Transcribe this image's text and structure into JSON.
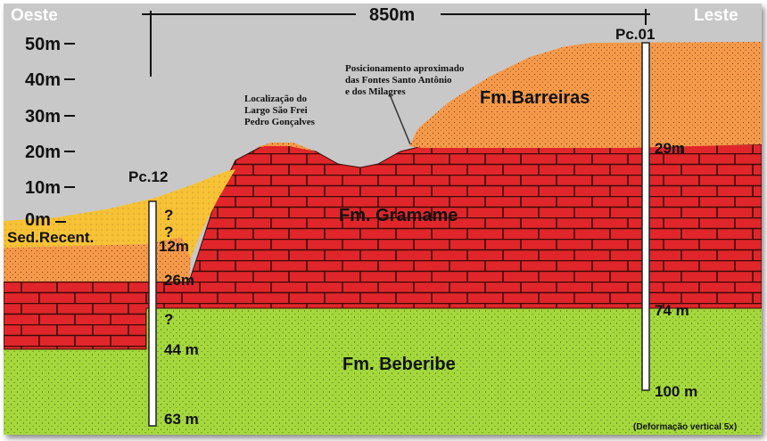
{
  "header": {
    "west": "Oeste",
    "east": "Leste",
    "distance": "850m"
  },
  "elevation_scale": [
    "50m",
    "40m",
    "30m",
    "20m",
    "10m",
    "0m"
  ],
  "wells": {
    "pc12": {
      "name": "Pc.12",
      "depths": [
        "12m",
        "26m",
        "44 m",
        "63 m"
      ],
      "question_marks": [
        "?",
        "?",
        "?"
      ]
    },
    "pc01": {
      "name": "Pc.01",
      "depths": [
        "29m",
        "74 m",
        "100 m"
      ]
    }
  },
  "formations": {
    "barreiras": "Fm.Barreiras",
    "gramame": "Fm. Gramame",
    "beberibe": "Fm. Beberibe",
    "sed_recent": "Sed.Recent."
  },
  "annotations": {
    "largo": [
      "Localização do",
      "Largo São Frei",
      "Pedro Gonçalves"
    ],
    "fontes": [
      "Posicionamento aproximado",
      "das Fontes Santo Antônio",
      "e dos Milagres"
    ]
  },
  "note": "(Deformação vertical 5x)",
  "colors": {
    "sky": "#c8c8c8",
    "barreiras": "#f59a4a",
    "gramame": "#e0262a",
    "beberibe": "#a4d83c",
    "sed_recent": "#f7c236",
    "mortar": "#3a0a08"
  }
}
